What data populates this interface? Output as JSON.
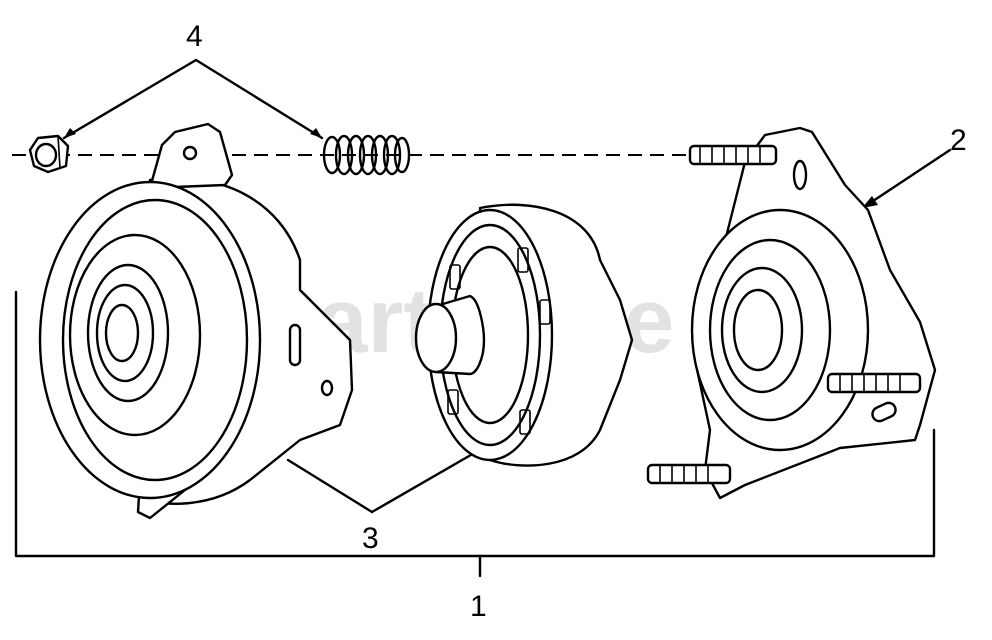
{
  "diagram": {
    "callouts": {
      "assembly": "1",
      "housing": "2",
      "bearing": "3",
      "fasteners": "4"
    },
    "watermark": "PartsTree",
    "trademark": "™"
  }
}
